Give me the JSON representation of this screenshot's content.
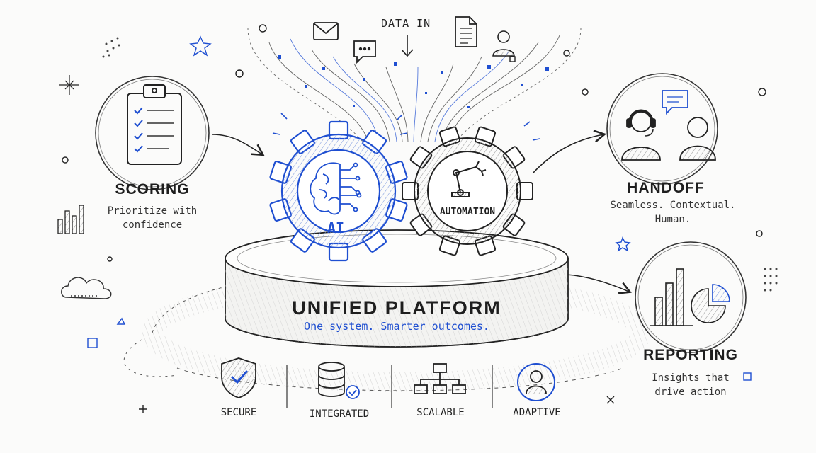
{
  "data_in": "DATA IN",
  "gears": {
    "ai": "AI",
    "automation": "AUTOMATION"
  },
  "scoring": {
    "title": "SCORING",
    "line1": "Prioritize with",
    "line2": "confidence"
  },
  "handoff": {
    "title": "HANDOFF",
    "line1": "Seamless. Contextual.",
    "line2": "Human."
  },
  "reporting": {
    "title": "REPORTING",
    "line1": "Insights that",
    "line2": "drive action"
  },
  "platform": {
    "title": "UNIFIED PLATFORM",
    "tagline": "One system. Smarter outcomes."
  },
  "features": [
    {
      "label": "SECURE",
      "icon": "shield-check-icon"
    },
    {
      "label": "INTEGRATED",
      "icon": "database-check-icon"
    },
    {
      "label": "SCALABLE",
      "icon": "hierarchy-icon"
    },
    {
      "label": "ADAPTIVE",
      "icon": "user-circle-icon"
    }
  ],
  "colors": {
    "ink": "#222222",
    "accent": "#1f4fd1",
    "paper": "#fbfbfa"
  }
}
